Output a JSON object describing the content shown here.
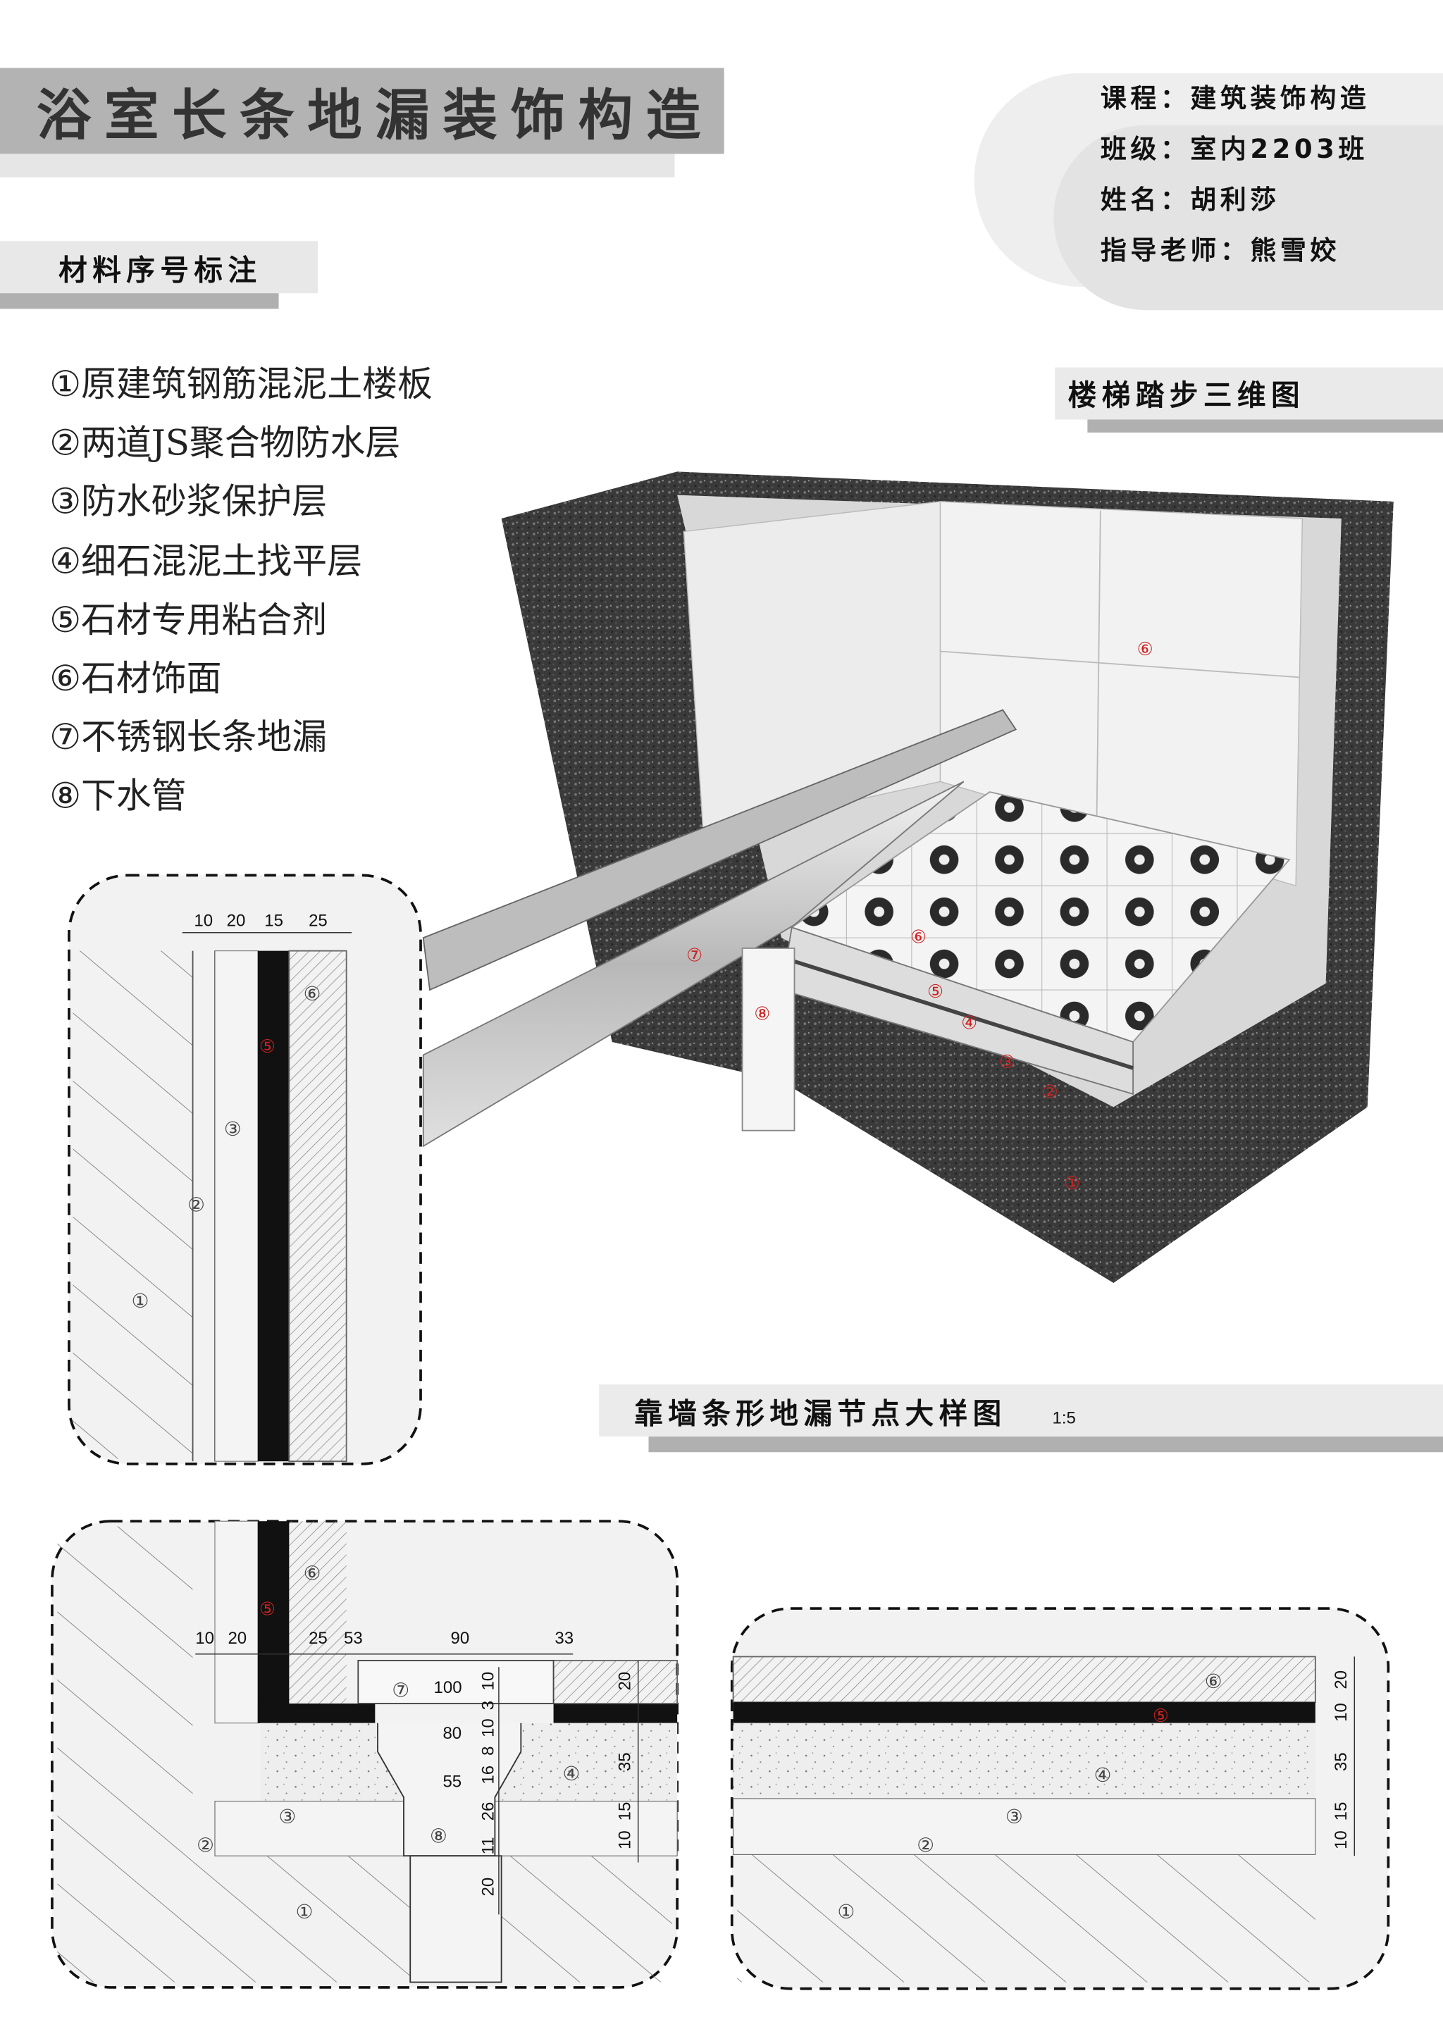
{
  "header": {
    "title": "浴室长条地漏装饰构造",
    "info": {
      "course": "课程：建筑装饰构造",
      "class": "班级：室内2203班",
      "name": "姓名：胡利莎",
      "teacher": "指导老师：熊雪姣"
    }
  },
  "legend": {
    "title": "材料序号标注",
    "items": [
      {
        "num": "①",
        "label": "原建筑钢筋混泥土楼板"
      },
      {
        "num": "②",
        "label": "两道JS聚合物防水层"
      },
      {
        "num": "③",
        "label": "防水砂浆保护层"
      },
      {
        "num": "④",
        "label": "细石混泥土找平层"
      },
      {
        "num": "⑤",
        "label": "石材专用粘合剂"
      },
      {
        "num": "⑥",
        "label": "石材饰面"
      },
      {
        "num": "⑦",
        "label": "不锈钢长条地漏"
      },
      {
        "num": "⑧",
        "label": "下水管"
      }
    ]
  },
  "view3d": {
    "title": "楼梯踏步三维图",
    "markers": [
      "⑥",
      "⑦",
      "⑧",
      "⑥",
      "⑤",
      "④",
      "③",
      "②",
      "①"
    ]
  },
  "detail": {
    "title": "靠墙条形地漏节点大样图",
    "scale": "1:5"
  },
  "wall_section": {
    "dims": [
      "10",
      "20",
      "15",
      "25"
    ],
    "markers": [
      "⑥",
      "⑤",
      "③",
      "②",
      "①"
    ]
  },
  "drain_section": {
    "top_dims": [
      "10",
      "20",
      "25",
      "53",
      "90",
      "33"
    ],
    "inner_dims": [
      "100",
      "80",
      "55"
    ],
    "vert_dims": [
      "10",
      "3",
      "10",
      "8",
      "16",
      "26",
      "11",
      "20"
    ],
    "right_dims": [
      "20",
      "35",
      "15",
      "10"
    ],
    "markers": [
      "⑥",
      "⑤",
      "⑦",
      "④",
      "③",
      "⑧",
      "②",
      "①"
    ]
  },
  "floor_section": {
    "dims": [
      "20",
      "10",
      "35",
      "15",
      "10"
    ],
    "markers": [
      "⑥",
      "⑤",
      "④",
      "③",
      "②",
      "①"
    ]
  }
}
